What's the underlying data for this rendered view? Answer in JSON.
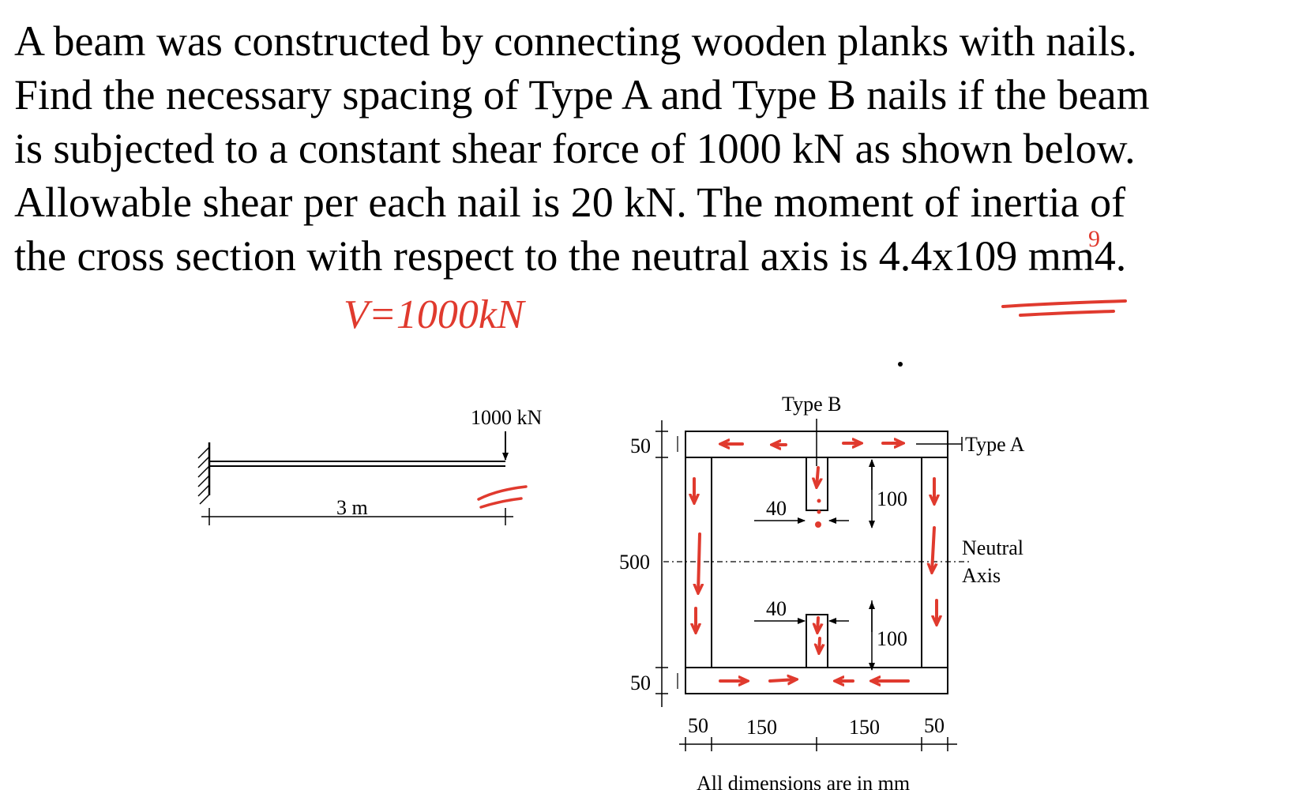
{
  "problem": {
    "lines": [
      "A beam was constructed by connecting wooden planks with nails.",
      "Find the necessary spacing of Type A and Type B nails if the beam",
      "is subjected to a constant shear force of 1000 kN as shown below.",
      "Allowable shear per each nail is 20 kN. The moment of inertia of",
      "the cross section with respect to the neutral axis is 4.4x109 mm4."
    ]
  },
  "annotations": {
    "handwritten_shear": "V=1000kN",
    "handwritten_exponent": "9",
    "ink_color": "#e03a2e"
  },
  "beam": {
    "load_label": "1000 kN",
    "span_label": "3 m"
  },
  "section": {
    "type_b_label": "Type B",
    "type_a_label": "Type A",
    "neutral_axis_label_1": "Neutral",
    "neutral_axis_label_2": "Axis",
    "dim_top_flange": "50",
    "dim_height": "500",
    "dim_bottom_flange": "50",
    "dim_web_upper": "40",
    "dim_web_lower": "40",
    "dim_block_upper": "100",
    "dim_block_lower": "100",
    "dim_bottom": [
      "50",
      "150",
      "150",
      "50"
    ],
    "footnote": "All dimensions are in mm"
  }
}
